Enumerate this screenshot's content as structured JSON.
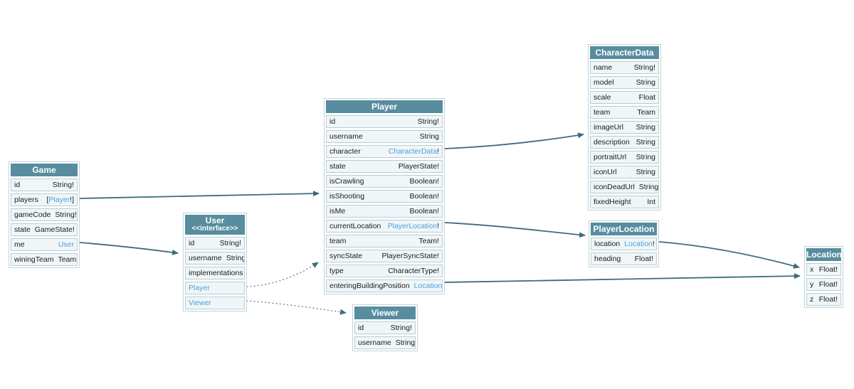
{
  "diagram": {
    "kind": "graphql-schema-diagram",
    "colors": {
      "header_bg": "#578d9e",
      "header_text": "#ffffff",
      "row_bg": "#f0f6f8",
      "row_border": "#b7cdd5",
      "link_text": "#4f9ddb",
      "edge": "#3e6c7c",
      "text": "#1a1a1a"
    },
    "tables": {
      "game": {
        "title": "Game",
        "fields": [
          {
            "name": "id",
            "t1": "String!"
          },
          {
            "name": "players",
            "t1": "[",
            "link": "Player",
            "t2": "!]"
          },
          {
            "name": "gameCode",
            "t1": "String!"
          },
          {
            "name": "state",
            "t1": "GameState!"
          },
          {
            "name": "me",
            "link": "User"
          },
          {
            "name": "winingTeam",
            "t1": "Team"
          }
        ]
      },
      "user": {
        "title": "User",
        "stereotype": "<<interface>>",
        "fields": [
          {
            "name": "id",
            "t1": "String!"
          },
          {
            "name": "username",
            "t1": "String"
          },
          {
            "name": "implementations"
          },
          {
            "name_link": "Player"
          },
          {
            "name_link": "Viewer"
          }
        ]
      },
      "player": {
        "title": "Player",
        "fields": [
          {
            "name": "id",
            "t1": "String!"
          },
          {
            "name": "username",
            "t1": "String"
          },
          {
            "name": "character",
            "link": "CharacterData",
            "t2": "!"
          },
          {
            "name": "state",
            "t1": "PlayerState!"
          },
          {
            "name": "isCrawling",
            "t1": "Boolean!"
          },
          {
            "name": "isShooting",
            "t1": "Boolean!"
          },
          {
            "name": "isMe",
            "t1": "Boolean!"
          },
          {
            "name": "currentLocation",
            "link": "PlayerLocation",
            "t2": "!"
          },
          {
            "name": "team",
            "t1": "Team!"
          },
          {
            "name": "syncState",
            "t1": "PlayerSyncState!"
          },
          {
            "name": "type",
            "t1": "CharacterType!"
          },
          {
            "name": "enteringBuildingPosition",
            "link": "Location"
          }
        ]
      },
      "viewer": {
        "title": "Viewer",
        "fields": [
          {
            "name": "id",
            "t1": "String!"
          },
          {
            "name": "username",
            "t1": "String"
          }
        ]
      },
      "character_data": {
        "title": "CharacterData",
        "fields": [
          {
            "name": "name",
            "t1": "String!"
          },
          {
            "name": "model",
            "t1": "String"
          },
          {
            "name": "scale",
            "t1": "Float"
          },
          {
            "name": "team",
            "t1": "Team"
          },
          {
            "name": "imageUrl",
            "t1": "String"
          },
          {
            "name": "description",
            "t1": "String"
          },
          {
            "name": "portraitUrl",
            "t1": "String"
          },
          {
            "name": "iconUrl",
            "t1": "String"
          },
          {
            "name": "iconDeadUrl",
            "t1": "String"
          },
          {
            "name": "fixedHeight",
            "t1": "Int"
          }
        ]
      },
      "player_location": {
        "title": "PlayerLocation",
        "fields": [
          {
            "name": "location",
            "link": "Location",
            "t2": "!"
          },
          {
            "name": "heading",
            "t1": "Float!"
          }
        ]
      },
      "location": {
        "title": "Location",
        "fields": [
          {
            "name": "x",
            "t1": "Float!"
          },
          {
            "name": "y",
            "t1": "Float!"
          },
          {
            "name": "z",
            "t1": "Float!"
          }
        ]
      }
    },
    "edges": [
      {
        "from": "Game.players",
        "to": "Player",
        "style": "solid"
      },
      {
        "from": "Game.me",
        "to": "User",
        "style": "solid"
      },
      {
        "from": "User.Player",
        "to": "Player",
        "style": "dotted"
      },
      {
        "from": "User.Viewer",
        "to": "Viewer",
        "style": "dotted"
      },
      {
        "from": "Player.character",
        "to": "CharacterData",
        "style": "solid"
      },
      {
        "from": "Player.currentLocation",
        "to": "PlayerLocation",
        "style": "solid"
      },
      {
        "from": "Player.enteringBuildingPosition",
        "to": "Location",
        "style": "solid"
      },
      {
        "from": "PlayerLocation.location",
        "to": "Location",
        "style": "solid"
      }
    ]
  }
}
